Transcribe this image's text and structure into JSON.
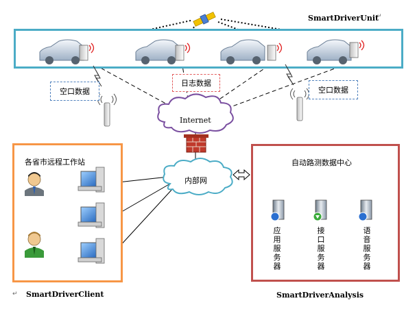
{
  "labels": {
    "unit": "SmartDriverUnit",
    "client": "SmartDriverClient",
    "analysis": "SmartDriverAnalysis",
    "port_data_left": "空口数据",
    "port_data_right": "空口数据",
    "log_data": "日志数据",
    "internet": "Internet",
    "intranet": "内部网",
    "workstation": "各省市远程工作站",
    "data_center": "自动路测数据中心",
    "app_server": "应用服务器",
    "interface_server": "接口服务器",
    "voice_server": "语音服务器"
  },
  "colors": {
    "cars_box_border": "#4bacc6",
    "client_box_border": "#f79646",
    "analysis_box_border": "#c0504d",
    "cloud_stroke": "#4bacc6",
    "dashed_box_border": "#4f81bd",
    "log_box_border": "#e35c5c"
  }
}
